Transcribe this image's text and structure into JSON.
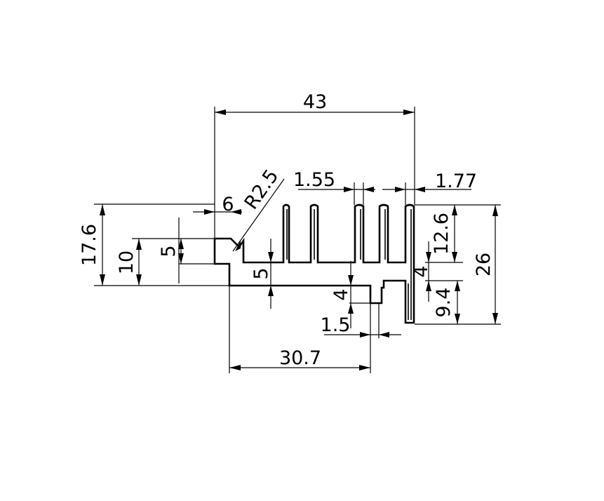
{
  "dimensions": {
    "overall_width": "43",
    "height_left": "17.6",
    "height_right": "26",
    "left_step": "10",
    "notch_height": "5",
    "notch_depth": "6",
    "fillet_radius": "R2.5",
    "base_thickness": "5",
    "fin_width": "1.55",
    "end_fin_width": "1.77",
    "fin_height": "12.6",
    "web_gap": "4",
    "lower_fin_height": "9.4",
    "step_height": "4",
    "step_width": "1.5",
    "base_width": "30.7"
  }
}
